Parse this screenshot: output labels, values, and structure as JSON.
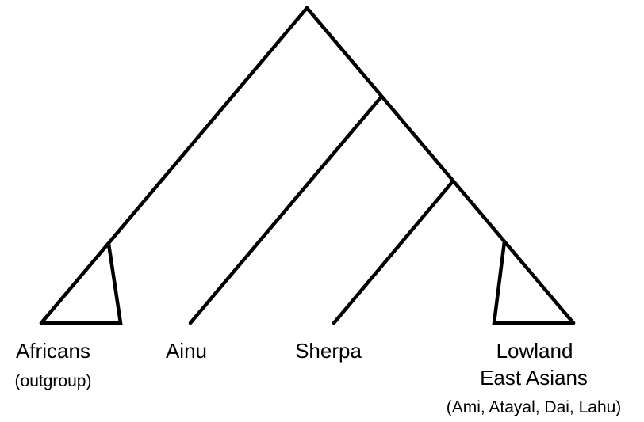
{
  "diagram": {
    "type": "phylogenetic-tree",
    "line_color": "#000000",
    "background": "#ffffff",
    "taxa": [
      {
        "id": "africans",
        "name": "Africans",
        "subtitle": "(outgroup)",
        "collapsed_clade": true
      },
      {
        "id": "ainu",
        "name": "Ainu",
        "subtitle": "",
        "collapsed_clade": false
      },
      {
        "id": "sherpa",
        "name": "Sherpa",
        "subtitle": "",
        "collapsed_clade": false
      },
      {
        "id": "lowland",
        "name": "Lowland",
        "name_line2": "East Asians",
        "subtitle": "(Ami, Atayal, Dai, Lahu)",
        "collapsed_clade": true
      }
    ],
    "topology": "(Africans, (Ainu, (Sherpa, Lowland East Asians)))"
  }
}
